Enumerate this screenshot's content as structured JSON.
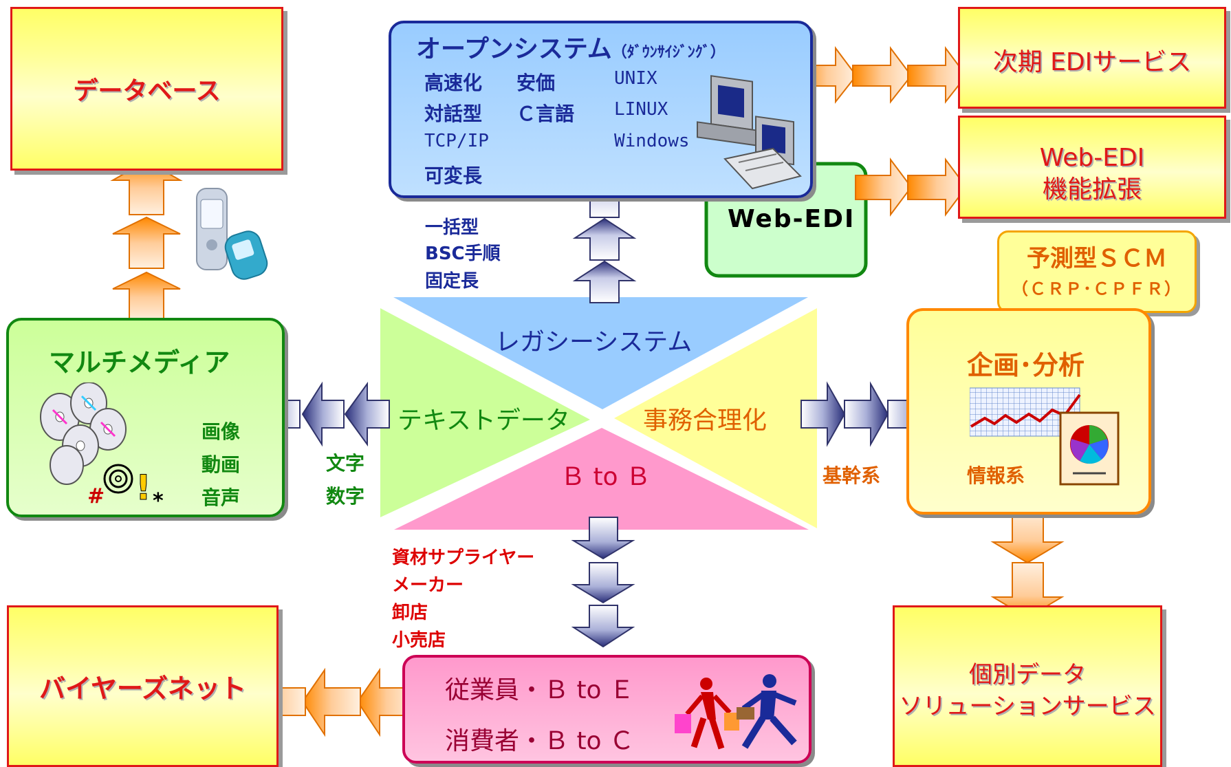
{
  "diagram": {
    "database_box": "データベース",
    "open_system": {
      "title": "オープンシステム",
      "title_sub": "（ﾀﾞｳﾝｻｲｼﾞﾝｸﾞ）",
      "features": [
        "高速化",
        "安価",
        "対話型",
        "Ｃ言語",
        "TCP/IP",
        "可変長"
      ],
      "os": [
        "UNIX",
        "LINUX",
        "Windows"
      ]
    },
    "next_edi_box": "次期 EDIサービス",
    "web_edi_ext_box": [
      "Web-EDI",
      "機能拡張"
    ],
    "web_edi_label": "Web-EDI",
    "scm_box": {
      "title": "予測型ＳＣＭ",
      "sub": "（ＣＲＰ･ＣＰＦＲ）"
    },
    "legacy_labels": [
      "一括型",
      "BSC手順",
      "固定長"
    ],
    "multimedia": {
      "title": "マルチメディア",
      "items": [
        "画像",
        "動画",
        "音声"
      ]
    },
    "center": {
      "top": "レガシーシステム",
      "left": "テキストデータ",
      "right": "事務合理化",
      "bottom": "Ｂ to Ｂ"
    },
    "text_labels": [
      "文字",
      "数字"
    ],
    "kikan_label": "基幹系",
    "planning": {
      "title": "企画･分析",
      "label": "情報系"
    },
    "supply_labels": [
      "資材サプライヤー",
      "メーカー",
      "卸店",
      "小売店"
    ],
    "consumer_box": [
      "従業員・Ｂ to Ｅ",
      "消費者・Ｂ to Ｃ"
    ],
    "buyers_box": "バイヤーズネット",
    "individual_box": [
      "個別データ",
      "ソリューションサービス"
    ]
  }
}
